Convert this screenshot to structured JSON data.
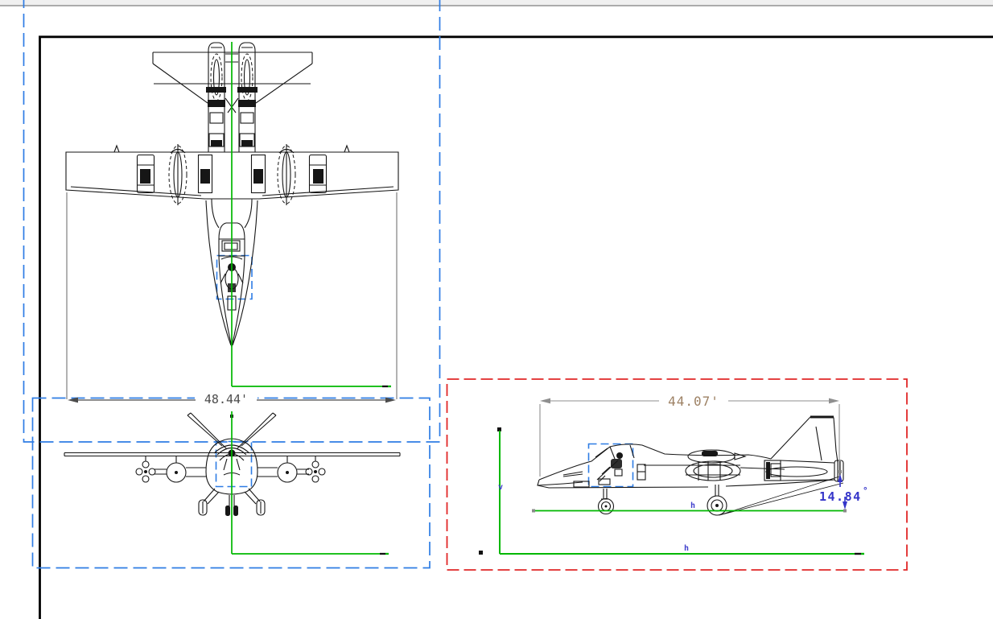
{
  "app": {
    "type": "cad-canvas",
    "chrome_color": "#f0f0f0",
    "canvas_color": "#ffffff"
  },
  "colors": {
    "axis_green": "#00b800",
    "selection_blue": "#2e7ce4",
    "selection_red": "#e12727",
    "linework": "#161616",
    "dim_dark_text": "#4c4c4c",
    "dim_tan_text": "#9d8164",
    "dim_blue_text": "#3434c9",
    "dim_gray_line": "#8f8f8f"
  },
  "top_view": {
    "wingspan": {
      "label": "48.44'"
    }
  },
  "side_view": {
    "length": {
      "label": "44.07'"
    },
    "tipback_angle": {
      "value": "14.84",
      "unit": "°"
    },
    "axis_labels": {
      "vertical": "v",
      "ground": "h",
      "horizontal": "h"
    }
  }
}
